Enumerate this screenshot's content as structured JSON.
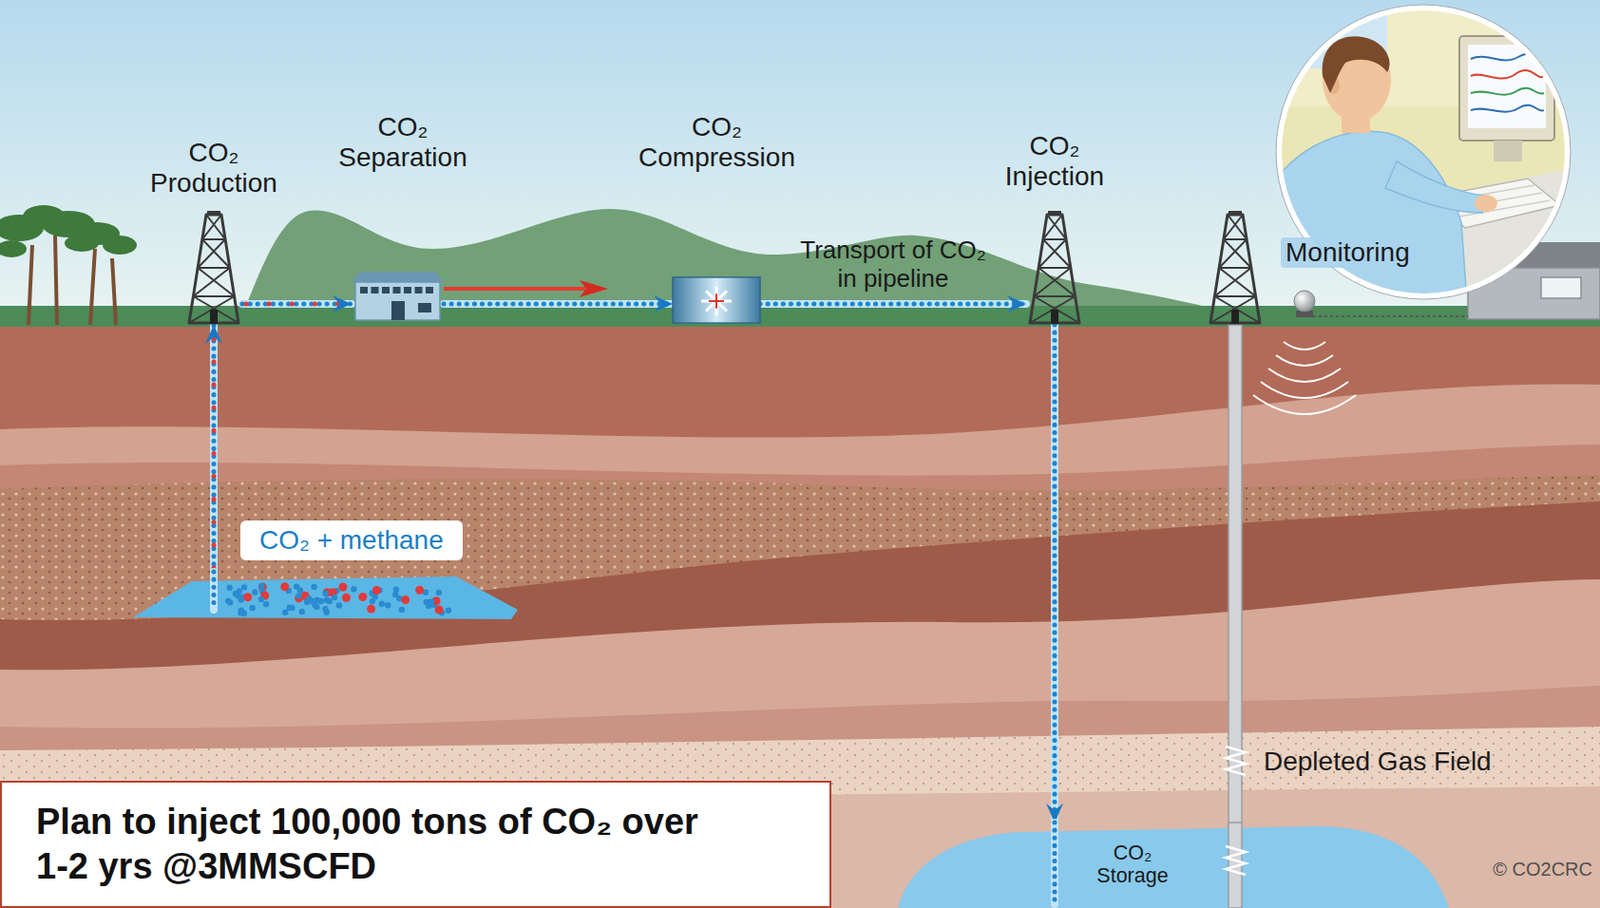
{
  "diagram": {
    "nodes": [
      {
        "text": [
          "CO₂ Production"
        ]
      },
      {
        "text": [
          "CO₂ Separation"
        ]
      },
      {
        "text": [
          "CO₂ Compression"
        ]
      },
      {
        "text": [
          "CO₂ Injection"
        ]
      },
      {
        "text": [
          "CO₂ + methane"
        ]
      },
      {
        "text": [
          "CO₂ Storage"
        ]
      },
      {
        "text": [
          "Monitoring"
        ]
      },
      {
        "text": [
          "Plan to inject 100,000 tons of CO₂ over 1-2 yrs @3MMSCFD"
        ]
      }
    ],
    "edges": [
      {
        "from": 4,
        "to": 0,
        "arrow": "to"
      },
      {
        "from": 0,
        "to": 1,
        "arrow": "to"
      },
      {
        "from": 1,
        "to": 2,
        "arrow": "to"
      },
      {
        "from": 2,
        "to": 3,
        "arrow": "to",
        "label": "Transport of CO₂ in pipeline"
      },
      {
        "from": 3,
        "to": 5,
        "arrow": "to"
      }
    ],
    "labels": [
      "Depleted Gas Field",
      "© CO2CRC"
    ]
  }
}
